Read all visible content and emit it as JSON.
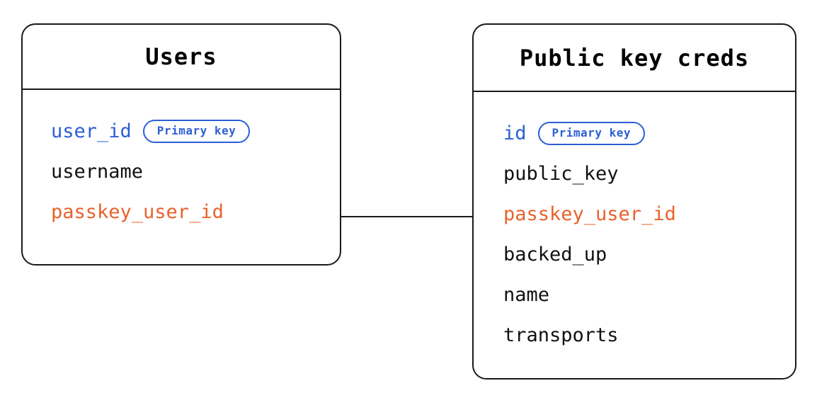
{
  "diagram": {
    "type": "entity-relationship-diagram",
    "background_color": "#ffffff",
    "colors": {
      "primary_key": "#2c5fd4",
      "foreign_key": "#e8622c",
      "default_field": "#111111",
      "border": "#1a1a1a"
    },
    "badge_label": "Primary key",
    "entities": [
      {
        "id": "users",
        "title": "Users",
        "fields": [
          {
            "name": "user_id",
            "role": "pk",
            "badge": "Primary key"
          },
          {
            "name": "username",
            "role": "plain",
            "badge": null
          },
          {
            "name": "passkey_user_id",
            "role": "fk",
            "badge": null
          }
        ]
      },
      {
        "id": "public_key_creds",
        "title": "Public key creds",
        "fields": [
          {
            "name": "id",
            "role": "pk",
            "badge": "Primary key"
          },
          {
            "name": "public_key",
            "role": "plain",
            "badge": null
          },
          {
            "name": "passkey_user_id",
            "role": "fk",
            "badge": null
          },
          {
            "name": "backed_up",
            "role": "plain",
            "badge": null
          },
          {
            "name": "name",
            "role": "plain",
            "badge": null
          },
          {
            "name": "transports",
            "role": "plain",
            "badge": null
          }
        ]
      }
    ],
    "relationships": [
      {
        "from_entity": "users",
        "from_field": "passkey_user_id",
        "to_entity": "public_key_creds",
        "to_field": "passkey_user_id",
        "style": "solid-line"
      }
    ]
  }
}
